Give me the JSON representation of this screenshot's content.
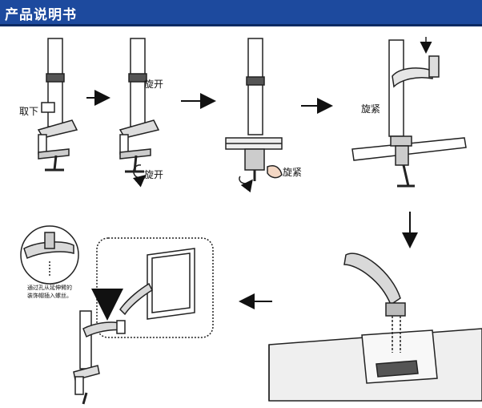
{
  "header": {
    "title": "产品说明书"
  },
  "labels": {
    "remove": "取下",
    "unscrew_top": "旋开",
    "unscrew_bottom": "旋开",
    "tighten_clamp": "旋紧",
    "tighten_arm": "旋紧",
    "screw_note_line1": "通过孔从延伸臂的",
    "screw_note_line2": "装饰帽插入螺丝。"
  },
  "colors": {
    "banner": "#1d4a9e",
    "line": "#222222"
  }
}
